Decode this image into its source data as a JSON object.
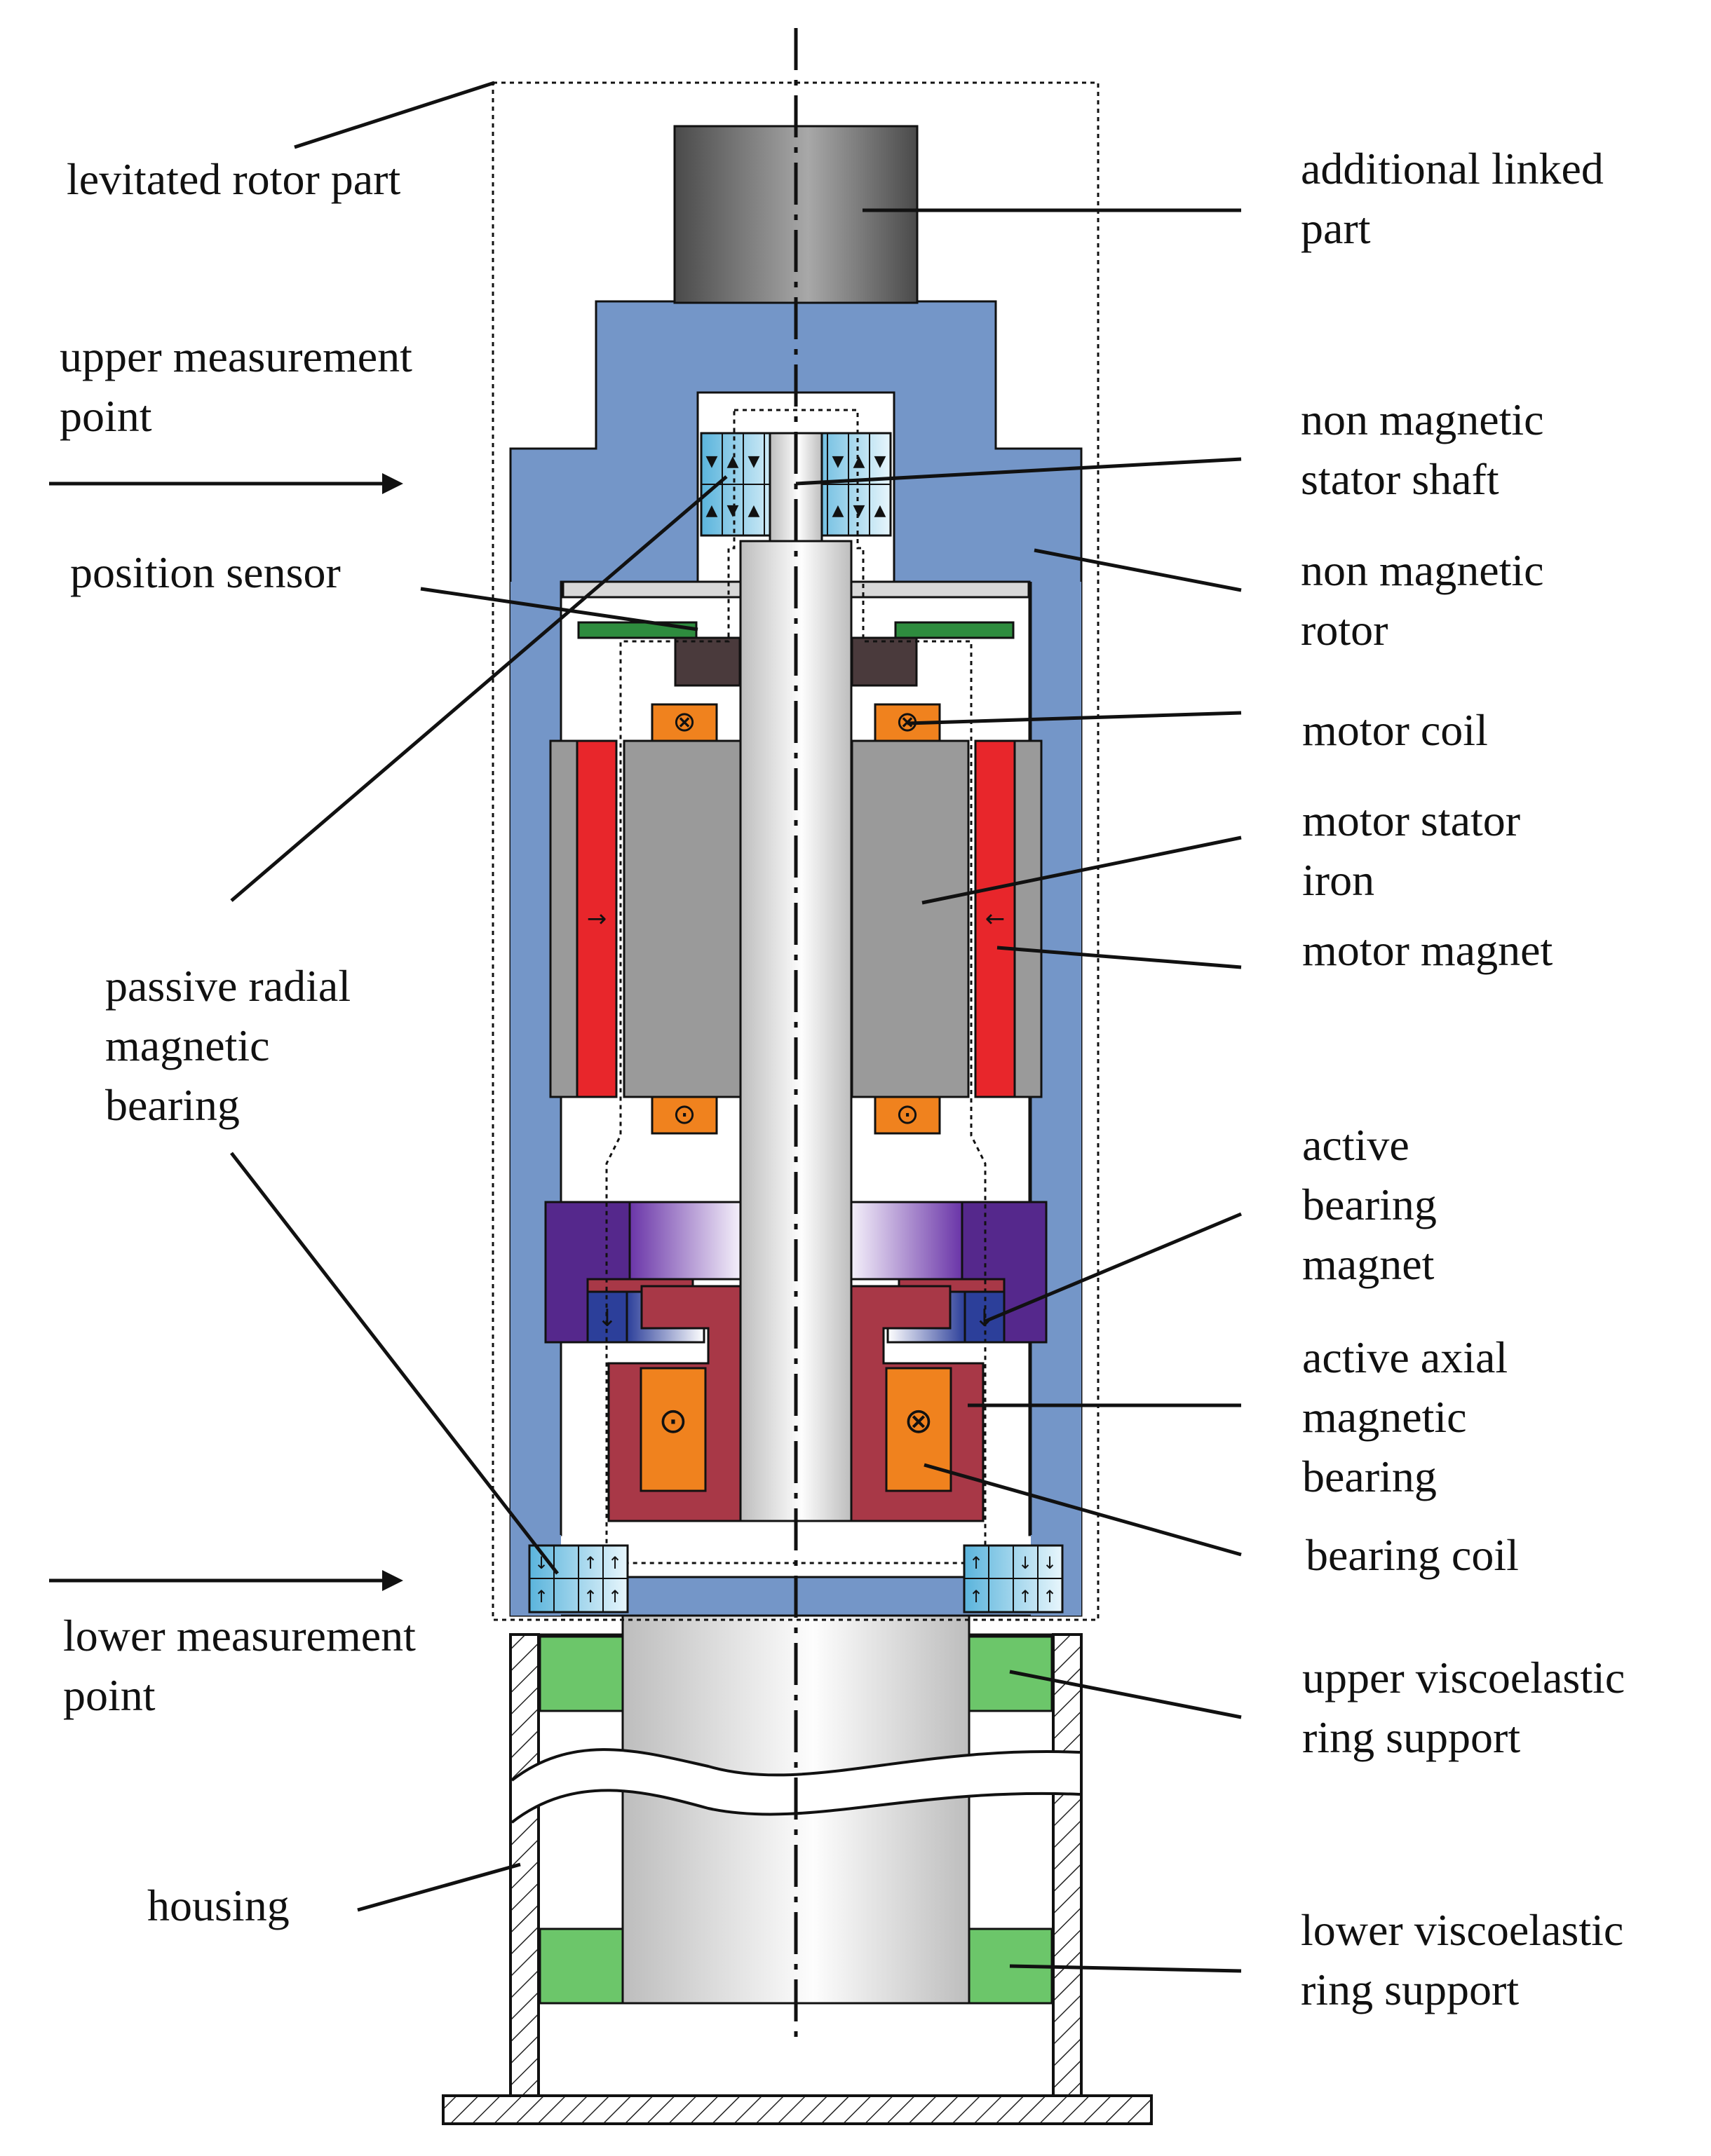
{
  "labels": {
    "levitated_rotor_part": "levitated rotor part",
    "additional_linked_part_1": "additional linked",
    "additional_linked_part_2": "part",
    "upper_measurement_point_1": "upper measurement",
    "upper_measurement_point_2": "point",
    "non_magnetic_stator_shaft_1": "non magnetic",
    "non_magnetic_stator_shaft_2": "stator shaft",
    "position_sensor": "position sensor",
    "non_magnetic_rotor_1": "non magnetic",
    "non_magnetic_rotor_2": "rotor",
    "motor_coil": "motor coil",
    "motor_stator_iron_1": "motor stator",
    "motor_stator_iron_2": "iron",
    "motor_magnet": "motor magnet",
    "passive_radial_bearing_1": "passive radial",
    "passive_radial_bearing_2": "magnetic",
    "passive_radial_bearing_3": "bearing",
    "active_bearing_magnet_1": "active",
    "active_bearing_magnet_2": "bearing",
    "active_bearing_magnet_3": "magnet",
    "active_axial_bearing_1": "active axial",
    "active_axial_bearing_2": "magnetic",
    "active_axial_bearing_3": "bearing",
    "bearing_coil": "bearing coil",
    "lower_measurement_point_1": "lower measurement",
    "lower_measurement_point_2": "point",
    "upper_viscoelastic_1": "upper viscoelastic",
    "upper_viscoelastic_2": "ring support",
    "housing": "housing",
    "lower_viscoelastic_1": "lower viscoelastic",
    "lower_viscoelastic_2": "ring support"
  },
  "colors": {
    "rotor_blue": "#7496c8",
    "stator_iron": "#9a9a9a",
    "motor_magnet": "#e8262b",
    "motor_coil": "#f0821e",
    "bearing_iron": "#a83847",
    "bearing_purple": "#55288c",
    "bearing_magnet_blue": "#2c3f9a",
    "passive_magnet_cyan": "#5ab4dc",
    "viscoelastic_green": "#6cc66a",
    "sensor_green": "#2e8c3e",
    "sensor_dark": "#4a3a3c",
    "linked_part_dark": "#4a4a4a"
  }
}
